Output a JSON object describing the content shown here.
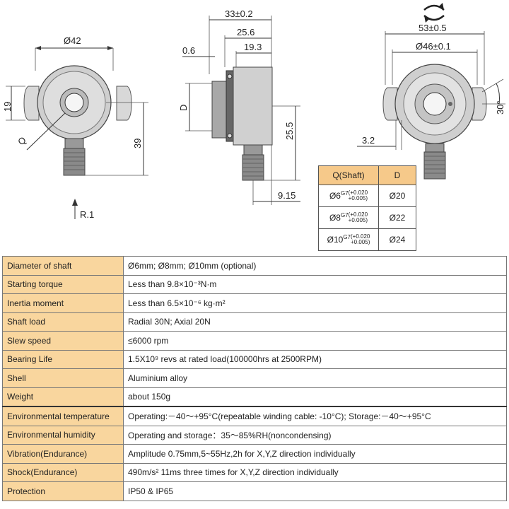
{
  "drawing": {
    "front": {
      "dia_label": "Ø42",
      "height_label": "19",
      "offset_label": "39",
      "q_label": "Q",
      "r_label": "R.1"
    },
    "side": {
      "overall_label": "33±0.2",
      "body_label": "25.6",
      "inner_label": "19.3",
      "flange_label": "0.6",
      "d_label": "D",
      "connector_label": "25.5",
      "conn_offset_label": "9.15"
    },
    "back": {
      "outer_label": "53±0.5",
      "inner_label": "Ø46±0.1",
      "angle_label": "30°",
      "spacing_label": "3.2"
    }
  },
  "shaft_table": {
    "headers": [
      "Q(Shaft)",
      "D"
    ],
    "rows": [
      {
        "q": "Ø6",
        "fit": "G7",
        "tol_top": "(+0.020",
        "tol_bottom": "+0.005)",
        "d": "Ø20"
      },
      {
        "q": "Ø8",
        "fit": "G7",
        "tol_top": "(+0.020",
        "tol_bottom": "+0.005)",
        "d": "Ø22"
      },
      {
        "q": "Ø10",
        "fit": "G7",
        "tol_top": "(+0.020",
        "tol_bottom": "+0.005)",
        "d": "Ø24"
      }
    ]
  },
  "specs": [
    {
      "k": "Diameter of shaft",
      "v": "Ø6mm;  Ø8mm;  Ø10mm (optional)"
    },
    {
      "k": "Starting torque",
      "v": "Less than 9.8×10⁻³N·m"
    },
    {
      "k": "Inertia moment",
      "v": "Less than 6.5×10⁻⁶ kg·m²"
    },
    {
      "k": "Shaft load",
      "v": "Radial 30N;  Axial 20N"
    },
    {
      "k": "Slew speed",
      "v": "≤6000 rpm"
    },
    {
      "k": "Bearing Life",
      "v": "1.5X10⁹ revs at rated load(100000hrs at 2500RPM)"
    },
    {
      "k": "Shell",
      "v": "Aluminium alloy"
    },
    {
      "k": "Weight",
      "v": "about 150g"
    },
    {
      "k": "Environmental temperature",
      "v": "Operating:－40～+95°C(repeatable winding cable: -10°C);  Storage:－40～+95°C"
    },
    {
      "k": "Environmental humidity",
      "v": "Operating and storage：35～85%RH(noncondensing)"
    },
    {
      "k": "Vibration(Endurance)",
      "v": "Amplitude 0.75mm,5~55Hz,2h for X,Y,Z direction individually"
    },
    {
      "k": "Shock(Endurance)",
      "v": "490m/s²  11ms three times for X,Y,Z direction individually"
    },
    {
      "k": "Protection",
      "v": "IP50 & IP65"
    }
  ]
}
